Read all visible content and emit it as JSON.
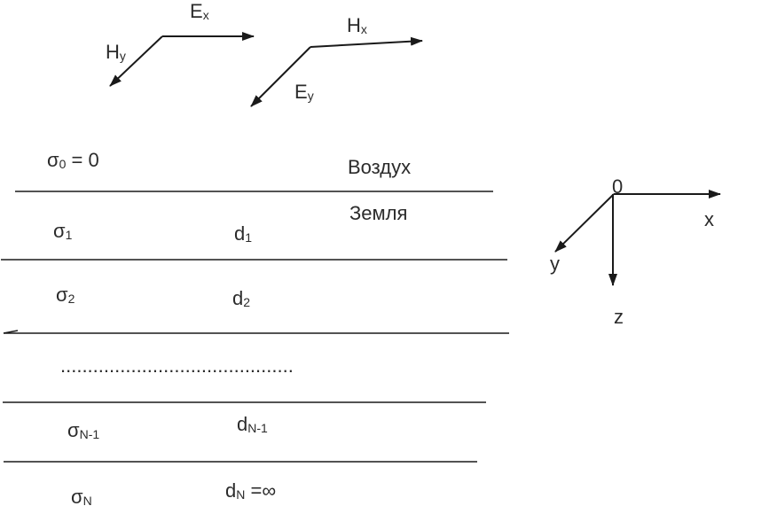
{
  "fields": {
    "ex": {
      "main": "E",
      "sub": "x"
    },
    "hy": {
      "main": "H",
      "sub": "y"
    },
    "hx": {
      "main": "H",
      "sub": "x"
    },
    "ey": {
      "main": "E",
      "sub": "y"
    }
  },
  "media": {
    "air_sigma": {
      "main": "σ",
      "sub": "0",
      "tail": " = 0"
    },
    "air_label": "Воздух",
    "earth_label": "Земля"
  },
  "layers": [
    {
      "sigma": {
        "main": "σ",
        "sub": "1"
      },
      "thickness": {
        "main": "d",
        "sub": "1",
        "tail": ""
      }
    },
    {
      "sigma": {
        "main": "σ",
        "sub": "2"
      },
      "thickness": {
        "main": "d",
        "sub": "2",
        "tail": ""
      }
    },
    {
      "sigma": {
        "main": "σ",
        "sub": "N-1"
      },
      "thickness": {
        "main": "d",
        "sub": "N-1",
        "tail": ""
      }
    },
    {
      "sigma": {
        "main": "σ",
        "sub": "N"
      },
      "thickness": {
        "main": "d",
        "sub": "N",
        "tail": " =∞"
      }
    }
  ],
  "ellipsis": "...........................................",
  "axes": {
    "origin": "0",
    "x": "x",
    "y": "y",
    "z": "z"
  }
}
